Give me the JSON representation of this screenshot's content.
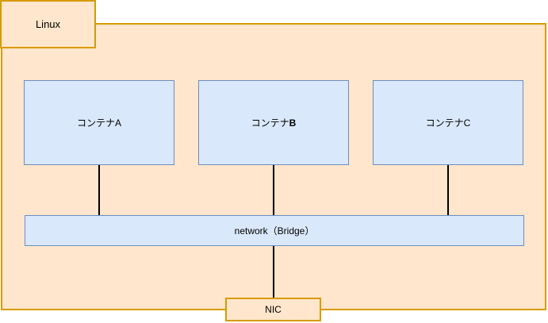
{
  "diagram": {
    "host": {
      "label": "Linux"
    },
    "containers": [
      {
        "label_prefix": "コンテナ",
        "label_suffix": "A",
        "suffix_bold": false
      },
      {
        "label_prefix": "コンテナ",
        "label_suffix": "B",
        "suffix_bold": true
      },
      {
        "label_prefix": "コンテナ",
        "label_suffix": "C",
        "suffix_bold": false
      }
    ],
    "bridge": {
      "label": "network（Bridge）"
    },
    "nic": {
      "label": "NIC"
    },
    "colors": {
      "host_fill": "#ffe6cc",
      "host_border": "#d79b00",
      "node_fill": "#dae8fc",
      "node_border": "#6c8ebf",
      "connector": "#000000",
      "text": "#000000",
      "background": "#ffffff"
    }
  }
}
